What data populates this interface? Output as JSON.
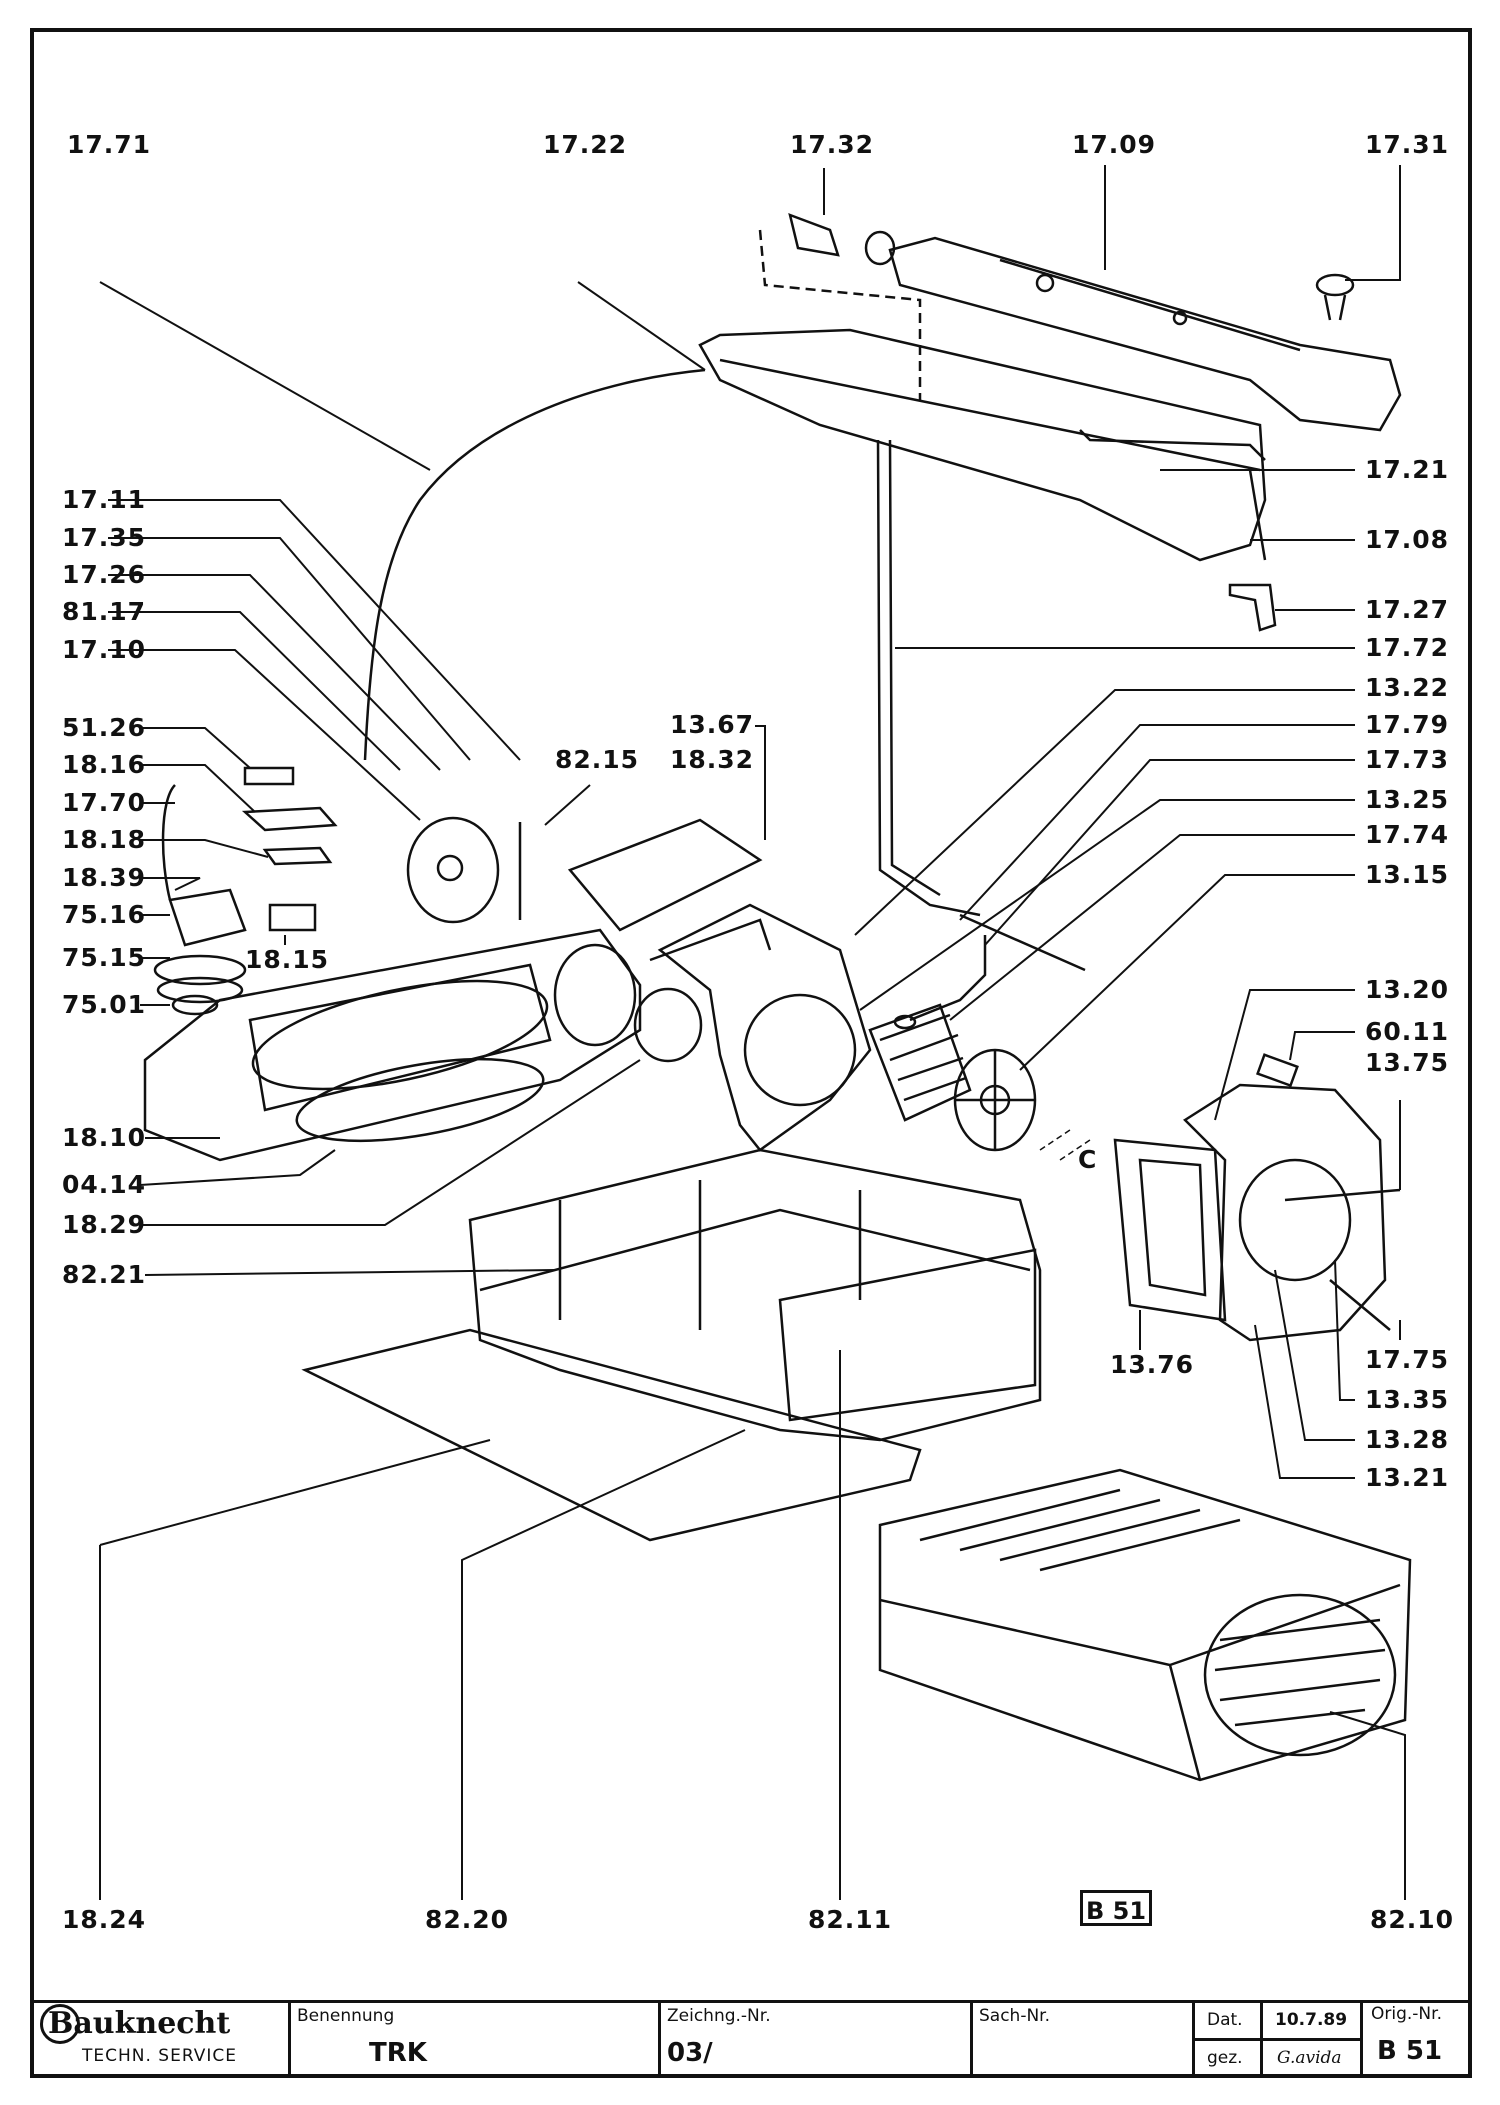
{
  "labels": {
    "l1771": "17.71",
    "l1722": "17.22",
    "l1732": "17.32",
    "l1709": "17.09",
    "l1731": "17.31",
    "l1721": "17.21",
    "l1708": "17.08",
    "l1727": "17.27",
    "l1772": "17.72",
    "l1322": "13.22",
    "l1779": "17.79",
    "l1773": "17.73",
    "l1325": "13.25",
    "l1774": "17.74",
    "l1315": "13.15",
    "l1711": "17.11",
    "l1735": "17.35",
    "l1726": "17.26",
    "l8117": "81.17",
    "l1710": "17.10",
    "l5126": "51.26",
    "l1816": "18.16",
    "l1770": "17.70",
    "l1818": "18.18",
    "l1839": "18.39",
    "l7516": "75.16",
    "l7515": "75.15",
    "l7501": "75.01",
    "l1815": "18.15",
    "l8215": "82.15",
    "l1367": "13.67",
    "l1832": "18.32",
    "l1810": "18.10",
    "l0414": "04.14",
    "l1829": "18.29",
    "l8221": "82.21",
    "l1320": "13.20",
    "l6011": "60.11",
    "l1375": "13.75",
    "lC": "C",
    "l1376": "13.76",
    "l1775": "17.75",
    "l1335": "13.35",
    "l1328": "13.28",
    "l1321": "13.21",
    "l1824": "18.24",
    "l8220": "82.20",
    "l8211": "82.11",
    "l8210": "82.10"
  },
  "badge": "B 51",
  "titleblock": {
    "logo": "Bauknecht",
    "logo_sub": "TECHN. SERVICE",
    "benennung_label": "Benennung",
    "benennung_value": "TRK",
    "zeichng_label": "Zeichng.-Nr.",
    "zeichng_value": "03/",
    "sach_label": "Sach-Nr.",
    "dat_label": "Dat.",
    "dat_value": "10.7.89",
    "gez_label": "gez.",
    "gez_value": "G.avida",
    "orig_label": "Orig.-Nr.",
    "orig_value": "B 51"
  }
}
